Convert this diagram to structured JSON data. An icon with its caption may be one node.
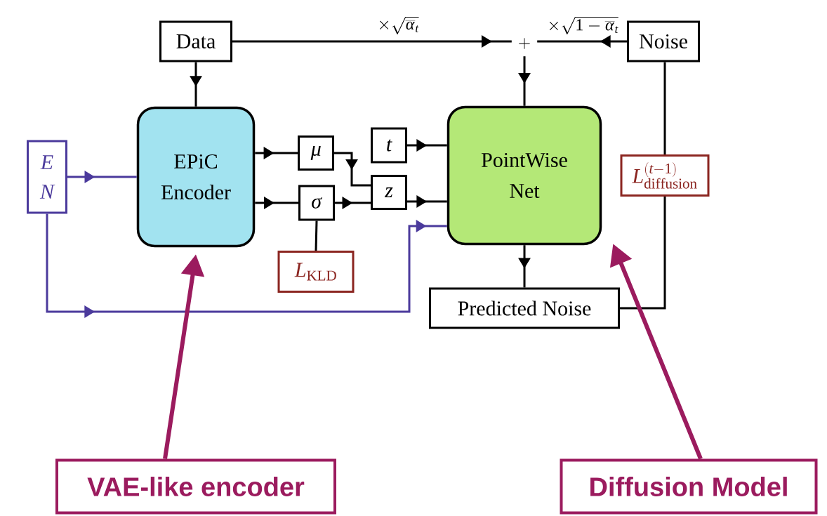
{
  "diagram": {
    "nodes": [
      {
        "text": [
          "Data"
        ]
      },
      {
        "text": [
          "Noise"
        ]
      },
      {
        "text": [
          "+"
        ]
      },
      {
        "text": [
          "E",
          "N"
        ]
      },
      {
        "text": [
          "EPiC Encoder"
        ]
      },
      {
        "text": [
          "\\mu"
        ]
      },
      {
        "text": [
          "\\sigma"
        ]
      },
      {
        "text": [
          "t"
        ]
      },
      {
        "text": [
          "z"
        ]
      },
      {
        "text": [
          "L_{\\mathrm{KLD}}"
        ]
      },
      {
        "text": [
          "PointWise Net"
        ]
      },
      {
        "text": [
          "L^{(t-1)}_{\\mathrm{diffusion}}"
        ]
      },
      {
        "text": [
          "Predicted Noise"
        ]
      },
      {
        "text": [
          "VAE-like encoder"
        ]
      },
      {
        "text": [
          "Diffusion Model"
        ]
      }
    ],
    "edges": [
      {
        "from": 0,
        "to": 2,
        "arrow": "to",
        "label": "\\times\\sqrt{\\overline{\\alpha}_t}"
      },
      {
        "from": 1,
        "to": 2,
        "arrow": "to",
        "label": "\\times\\sqrt{1-\\overline{\\alpha}_t}"
      },
      {
        "from": 2,
        "to": 10,
        "arrow": "to"
      },
      {
        "from": 0,
        "to": 4,
        "arrow": "to"
      },
      {
        "from": 3,
        "to": 4,
        "arrow": "to",
        "color": "#4b3a9c"
      },
      {
        "from": 3,
        "to": 10,
        "arrow": "to",
        "color": "#4b3a9c"
      },
      {
        "from": 4,
        "to": 5,
        "arrow": "to"
      },
      {
        "from": 4,
        "to": 6,
        "arrow": "to"
      },
      {
        "from": 5,
        "to": 8,
        "arrow": "to"
      },
      {
        "from": 6,
        "to": 8,
        "arrow": "to"
      },
      {
        "from": 7,
        "to": 10,
        "arrow": "to"
      },
      {
        "from": 8,
        "to": 10,
        "arrow": "to"
      },
      {
        "from": 6,
        "to": 9,
        "arrow": "none"
      },
      {
        "from": 10,
        "to": 12,
        "arrow": "to"
      },
      {
        "from": 12,
        "to": 11,
        "arrow": "none"
      },
      {
        "from": 1,
        "to": 11,
        "arrow": "none"
      },
      {
        "from": 13,
        "to": 4,
        "arrow": "to",
        "style": "thick",
        "color": "#9b1b5e"
      },
      {
        "from": 14,
        "to": 10,
        "arrow": "to",
        "style": "thick",
        "color": "#9b1b5e"
      }
    ]
  }
}
